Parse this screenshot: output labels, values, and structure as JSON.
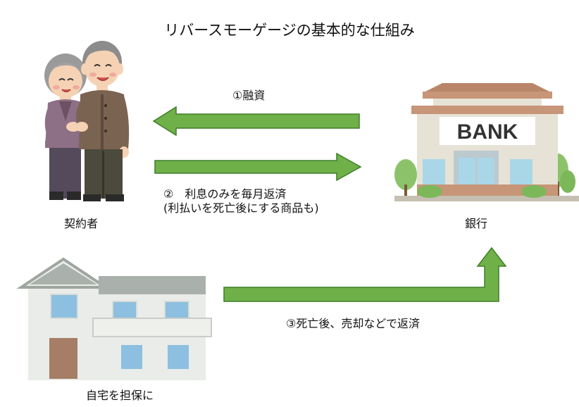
{
  "title": "リバースモーゲージの基本的な仕組み",
  "colors": {
    "arrow_fill": "#6fb048",
    "arrow_stroke": "#3f7d2a"
  },
  "nodes": {
    "contractor": {
      "label": "契約者",
      "icon": "elderly-couple-icon"
    },
    "bank": {
      "label": "銀行",
      "icon": "bank-building-icon",
      "sign": "BANK"
    },
    "home": {
      "label": "自宅を担保に",
      "icon": "house-icon"
    }
  },
  "flows": {
    "loan": {
      "label": "①融資"
    },
    "interest": {
      "label_line1": "②　利息のみを毎月返済",
      "label_line2": "(利払いを死亡後にする商品も)"
    },
    "repay": {
      "label": "③死亡後、売却などで返済"
    }
  }
}
